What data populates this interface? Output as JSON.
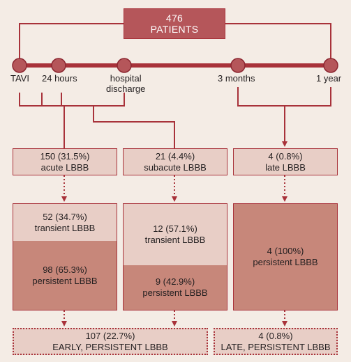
{
  "patients": {
    "count": "476",
    "label": "PATIENTS"
  },
  "timeline": {
    "tavi": "TAVI",
    "h24": "24 hours",
    "discharge_line1": "hospital",
    "discharge_line2": "discharge",
    "m3": "3 months",
    "y1": "1 year"
  },
  "onset": {
    "acute": {
      "count": "150 (31.5%)",
      "label": "acute LBBB"
    },
    "subacute": {
      "count": "21 (4.4%)",
      "label": "subacute LBBB"
    },
    "late": {
      "count": "4 (0.8%)",
      "label": "late LBBB"
    }
  },
  "outcomes": {
    "acute_transient": {
      "count": "52 (34.7%)",
      "label": "transient LBBB"
    },
    "acute_persistent": {
      "count": "98 (65.3%)",
      "label": "persistent LBBB"
    },
    "subacute_transient": {
      "count": "12 (57.1%)",
      "label": "transient LBBB"
    },
    "subacute_persistent": {
      "count": "9 (42.9%)",
      "label": "persistent LBBB"
    },
    "late_persistent": {
      "count": "4 (100%)",
      "label": "persistent LBBB"
    }
  },
  "summary": {
    "early": {
      "count": "107 (22.7%)",
      "label": "EARLY, PERSISTENT LBBB"
    },
    "late": {
      "count": "4 (0.8%)",
      "label": "LATE, PERSISTENT LBBB"
    }
  },
  "colors": {
    "line": "#a8323a",
    "background": "#f4ece5",
    "light_fill": "#e8cec6",
    "dark_fill": "#c7877a",
    "header_fill": "#b5565a"
  }
}
